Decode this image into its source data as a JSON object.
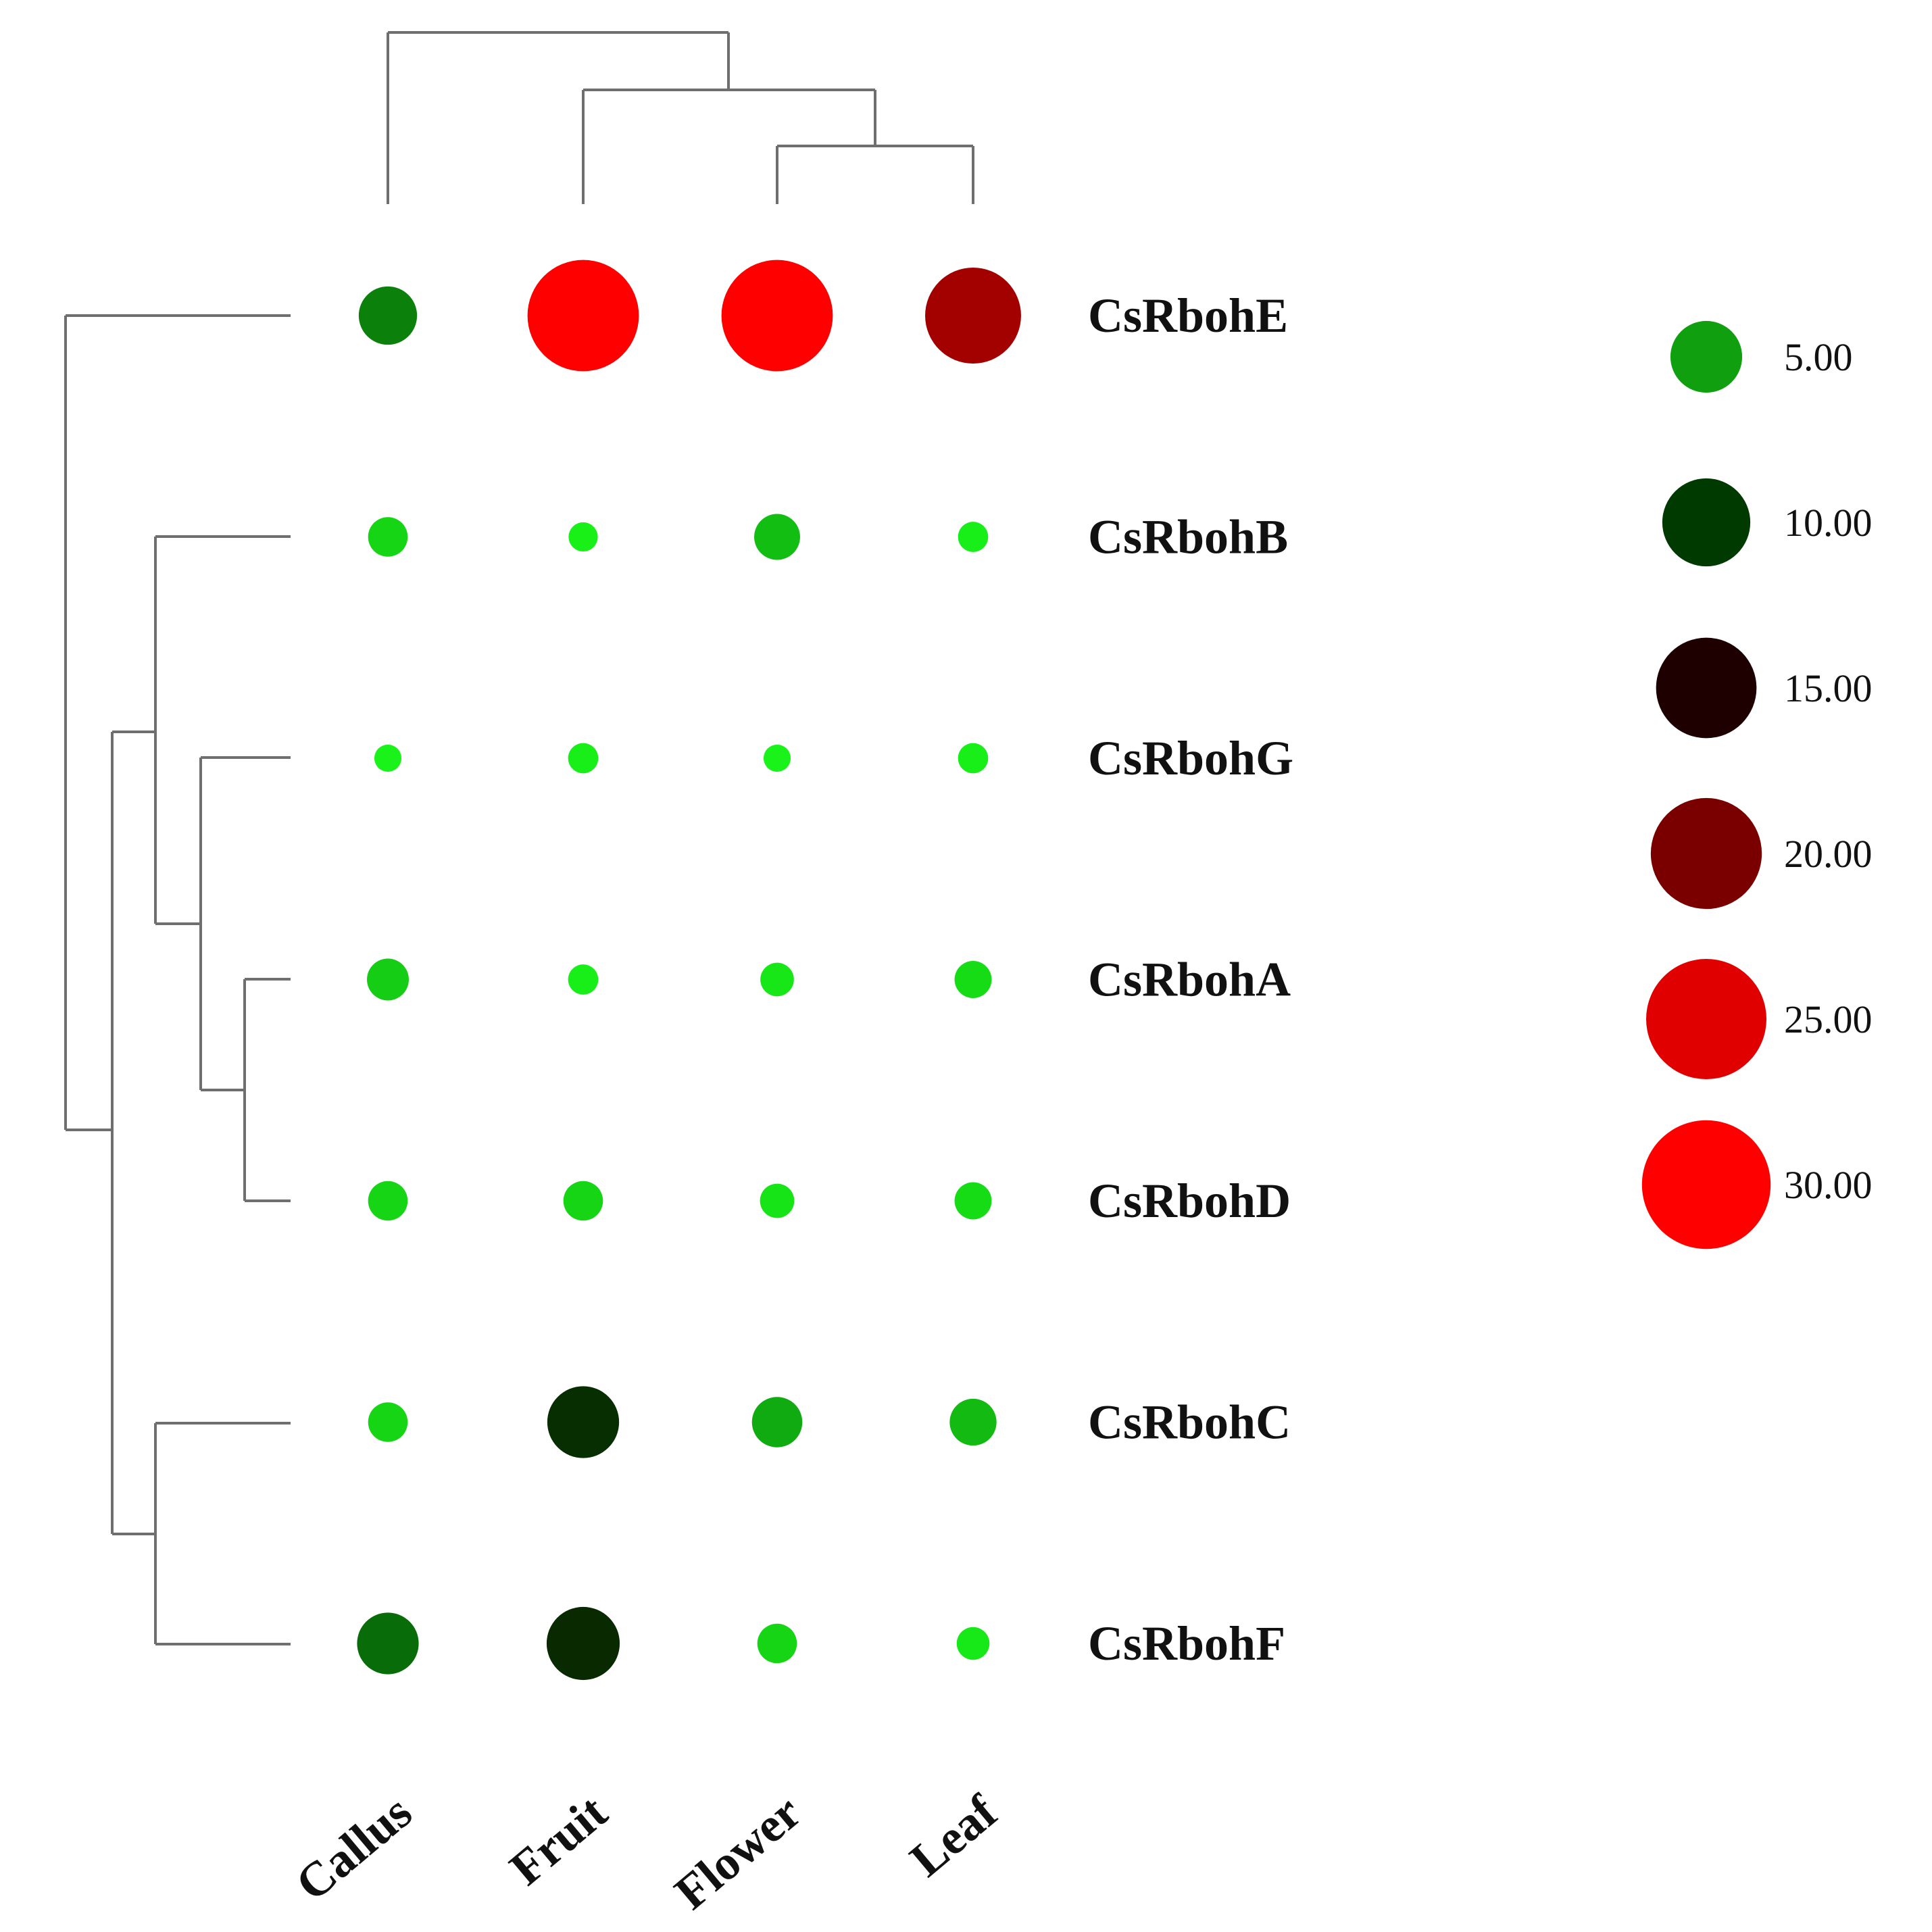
{
  "chart_data": {
    "type": "bubble-heatmap",
    "columns": [
      "Callus",
      "Fruit",
      "Flower",
      "Leaf"
    ],
    "rows": [
      "CsRbohE",
      "CsRbohB",
      "CsRbohG",
      "CsRbohA",
      "CsRbohD",
      "CsRbohC",
      "CsRbohF"
    ],
    "values": [
      [
        6.5,
        31.0,
        31.0,
        22.0
      ],
      [
        2.2,
        0.8,
        3.4,
        0.9
      ],
      [
        0.6,
        0.9,
        0.6,
        0.9
      ],
      [
        2.6,
        0.9,
        1.3,
        1.8
      ],
      [
        2.2,
        2.2,
        1.4,
        1.8
      ],
      [
        2.2,
        11.0,
        4.4,
        3.6
      ],
      [
        7.5,
        11.5,
        2.2,
        1.2
      ]
    ],
    "color_scale": [
      {
        "value": 0,
        "color": "#1aff1a"
      },
      {
        "value": 5,
        "color": "#0f9f0f"
      },
      {
        "value": 10,
        "color": "#003a00"
      },
      {
        "value": 15,
        "color": "#1e0000"
      },
      {
        "value": 20,
        "color": "#7a0000"
      },
      {
        "value": 25,
        "color": "#e00000"
      },
      {
        "value": 30,
        "color": "#ff0000"
      }
    ],
    "legend": {
      "placement": "right",
      "items": [
        {
          "value": 5,
          "label": "5.00"
        },
        {
          "value": 10,
          "label": "10.00"
        },
        {
          "value": 15,
          "label": "15.00"
        },
        {
          "value": 20,
          "label": "20.00"
        },
        {
          "value": 25,
          "label": "25.00"
        },
        {
          "value": 30,
          "label": "30.00"
        }
      ]
    },
    "row_dendrogram": {
      "groups": [
        [
          "CsRbohE"
        ],
        [
          [
            "CsRbohB",
            [
              "CsRbohG",
              [
                "CsRbohA",
                "CsRbohD"
              ]
            ]
          ],
          [
            "CsRbohC",
            "CsRbohF"
          ]
        ]
      ]
    },
    "column_dendrogram": {
      "groups": [
        [
          "Callus"
        ],
        [
          "Fruit",
          [
            "Flower",
            "Leaf"
          ]
        ]
      ]
    }
  }
}
